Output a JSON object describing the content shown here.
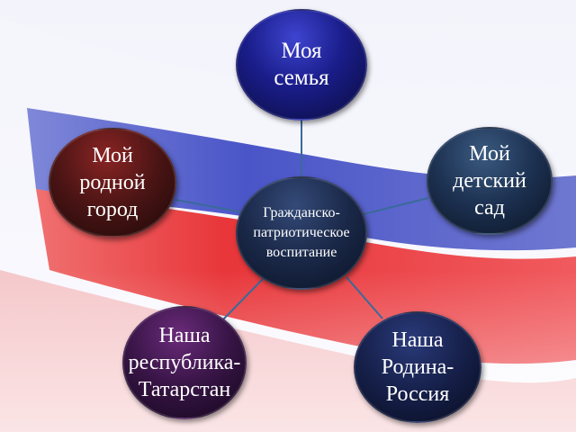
{
  "diagram": {
    "center": {
      "label": "Гражданско-\nпатриотическое\nвоспитание"
    },
    "nodes": [
      {
        "id": "family",
        "label": "Моя\nсемья"
      },
      {
        "id": "city",
        "label": "Мой\nродной\nгород"
      },
      {
        "id": "kindergarten",
        "label": "Мой\nдетский\nсад"
      },
      {
        "id": "republic",
        "label": "Наша\nреспублика-\nТатарстан"
      },
      {
        "id": "russia",
        "label": "Наша\nРодина-\nРоссия"
      }
    ]
  },
  "colors": {
    "flag_white": "#f4f4fb",
    "flag_blue": "#4a55c8",
    "flag_red": "#e8363a",
    "connector": "#3a6a9a"
  }
}
